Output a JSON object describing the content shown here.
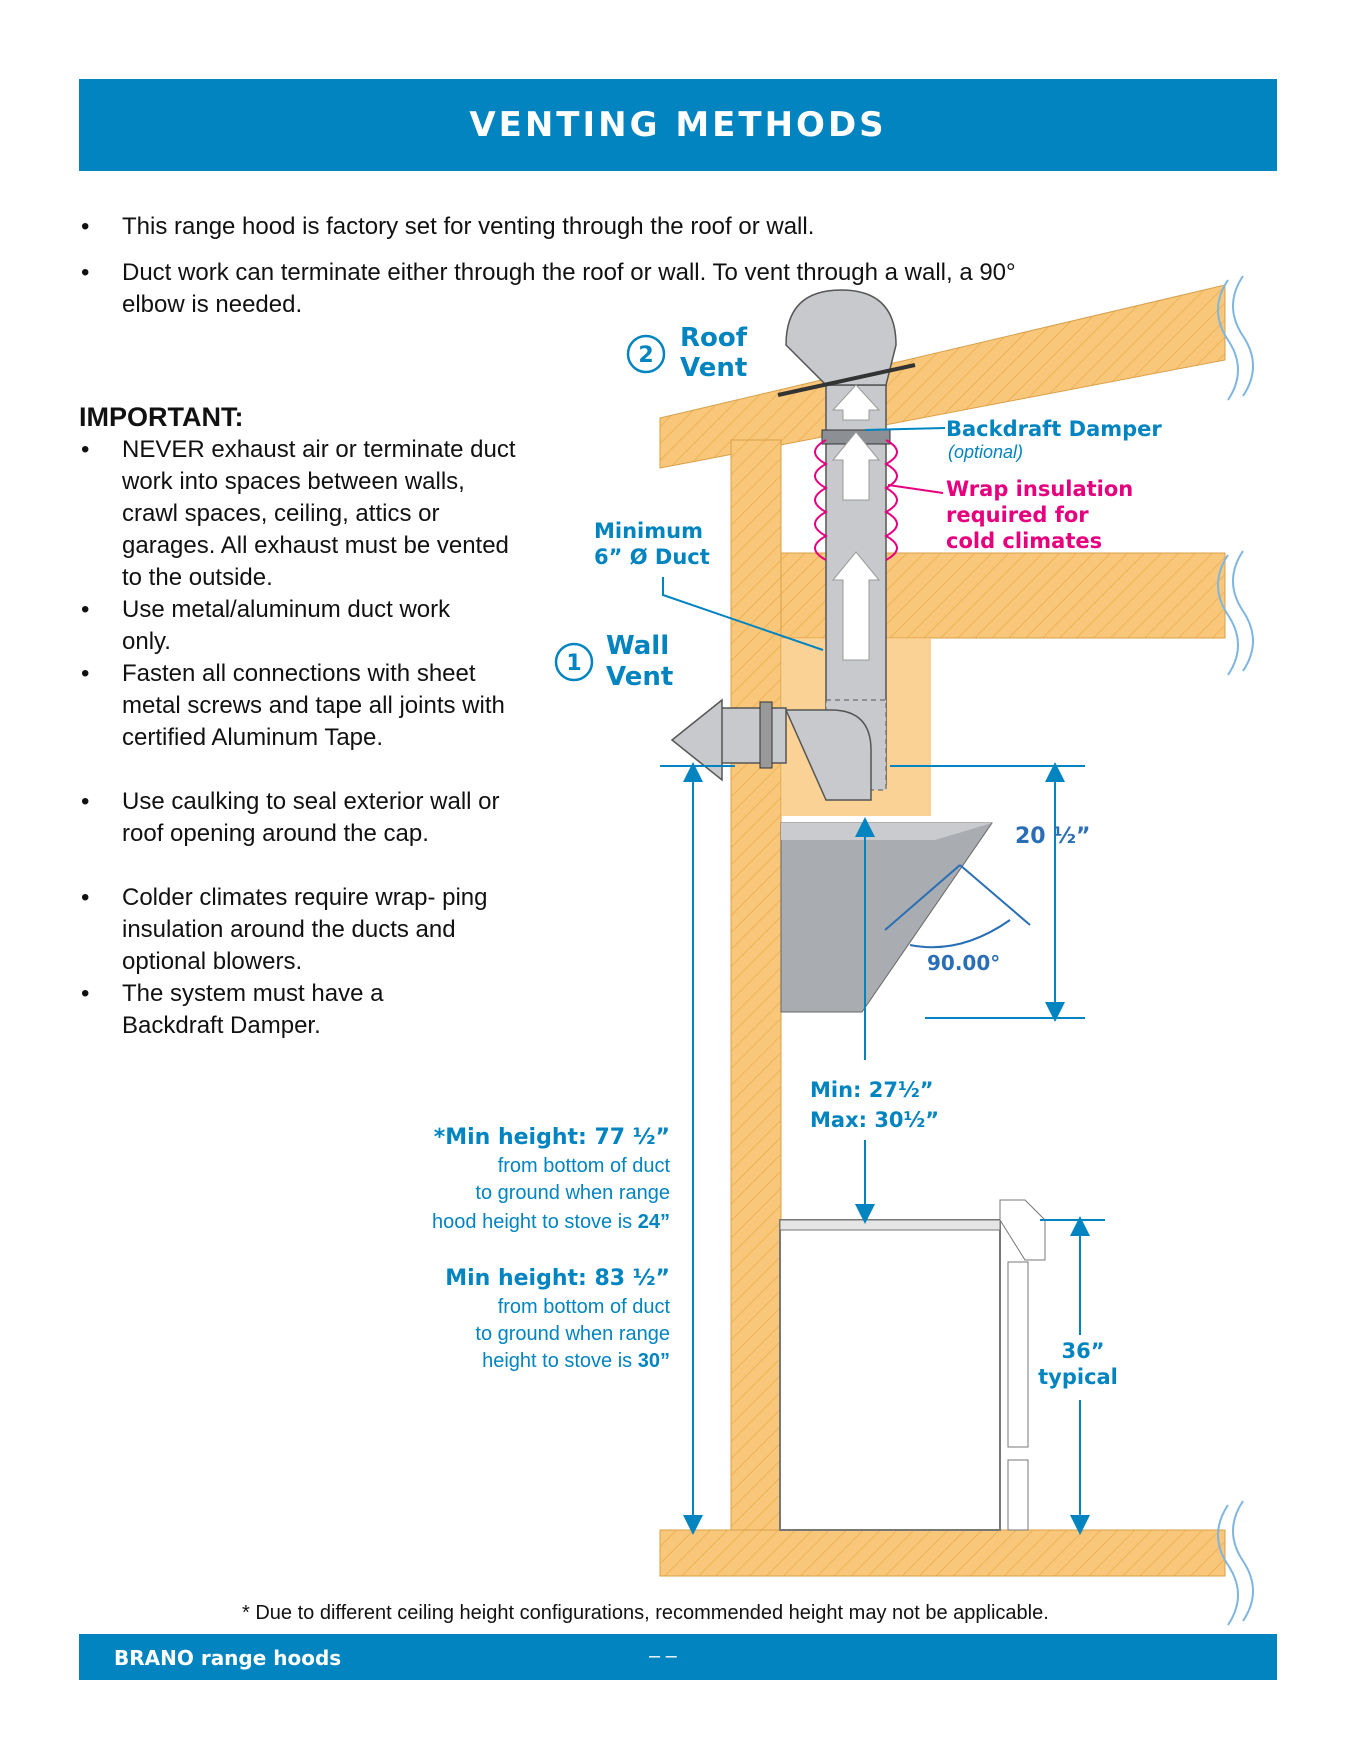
{
  "header": {
    "title": "VENTING METHODS"
  },
  "intro_bullets": [
    "This range hood is factory set for venting through the roof or wall.",
    "Duct work can terminate either through the roof or wall. To vent through a wall, a 90° elbow is needed."
  ],
  "important": {
    "title": "IMPORTANT:",
    "bullets": [
      "NEVER exhaust air or terminate duct work into spaces between walls, crawl spaces, ceiling, attics or garages. All exhaust must be vented to the outside.",
      "Use metal/aluminum duct work only.",
      "Fasten all connections with sheet metal screws and tape all joints with certified Aluminum Tape.",
      "Use caulking to seal exterior wall or roof opening around the cap.",
      "Colder climates require wrap- ping insulation around the ducts and optional blowers.",
      "The system must have a Backdraft Damper."
    ]
  },
  "diagram": {
    "roof_vent": {
      "number": "2",
      "line1": "Roof",
      "line2": "Vent"
    },
    "wall_vent": {
      "number": "1",
      "line1": "Wall",
      "line2": "Vent"
    },
    "backdraft_damper": "Backdraft Damper",
    "optional": "(optional)",
    "wrap_insulation": [
      "Wrap insulation",
      "required for",
      "cold climates"
    ],
    "min_duct": [
      "Minimum",
      "6” Ø Duct"
    ],
    "hood_height": "20 ½”",
    "angle": "90.00°",
    "min_max": [
      "Min: 27½”",
      "Max: 30½”"
    ],
    "min_height_24": {
      "title": "*Min height: 77 ½”",
      "lines": [
        "from bottom of duct",
        "to ground when range"
      ],
      "last_prefix": "hood height to stove is ",
      "last_value": "24”"
    },
    "min_height_30": {
      "title": "Min height: 83 ½”",
      "lines": [
        "from bottom of duct",
        "to ground when range"
      ],
      "last_prefix": "height to stove is ",
      "last_value": "30”"
    },
    "stove_height": [
      "36”",
      "typical"
    ]
  },
  "footnote": "* Due to different ceiling height configurations, recommended height may not be applicable.",
  "footer": {
    "brand": "BRANO range hoods",
    "page": "–   –"
  },
  "colors": {
    "brand_blue": "#0284c0",
    "insulation_pink": "#e6007e",
    "wood": "#f9c77a",
    "duct_gray": "#c7c9cc"
  }
}
